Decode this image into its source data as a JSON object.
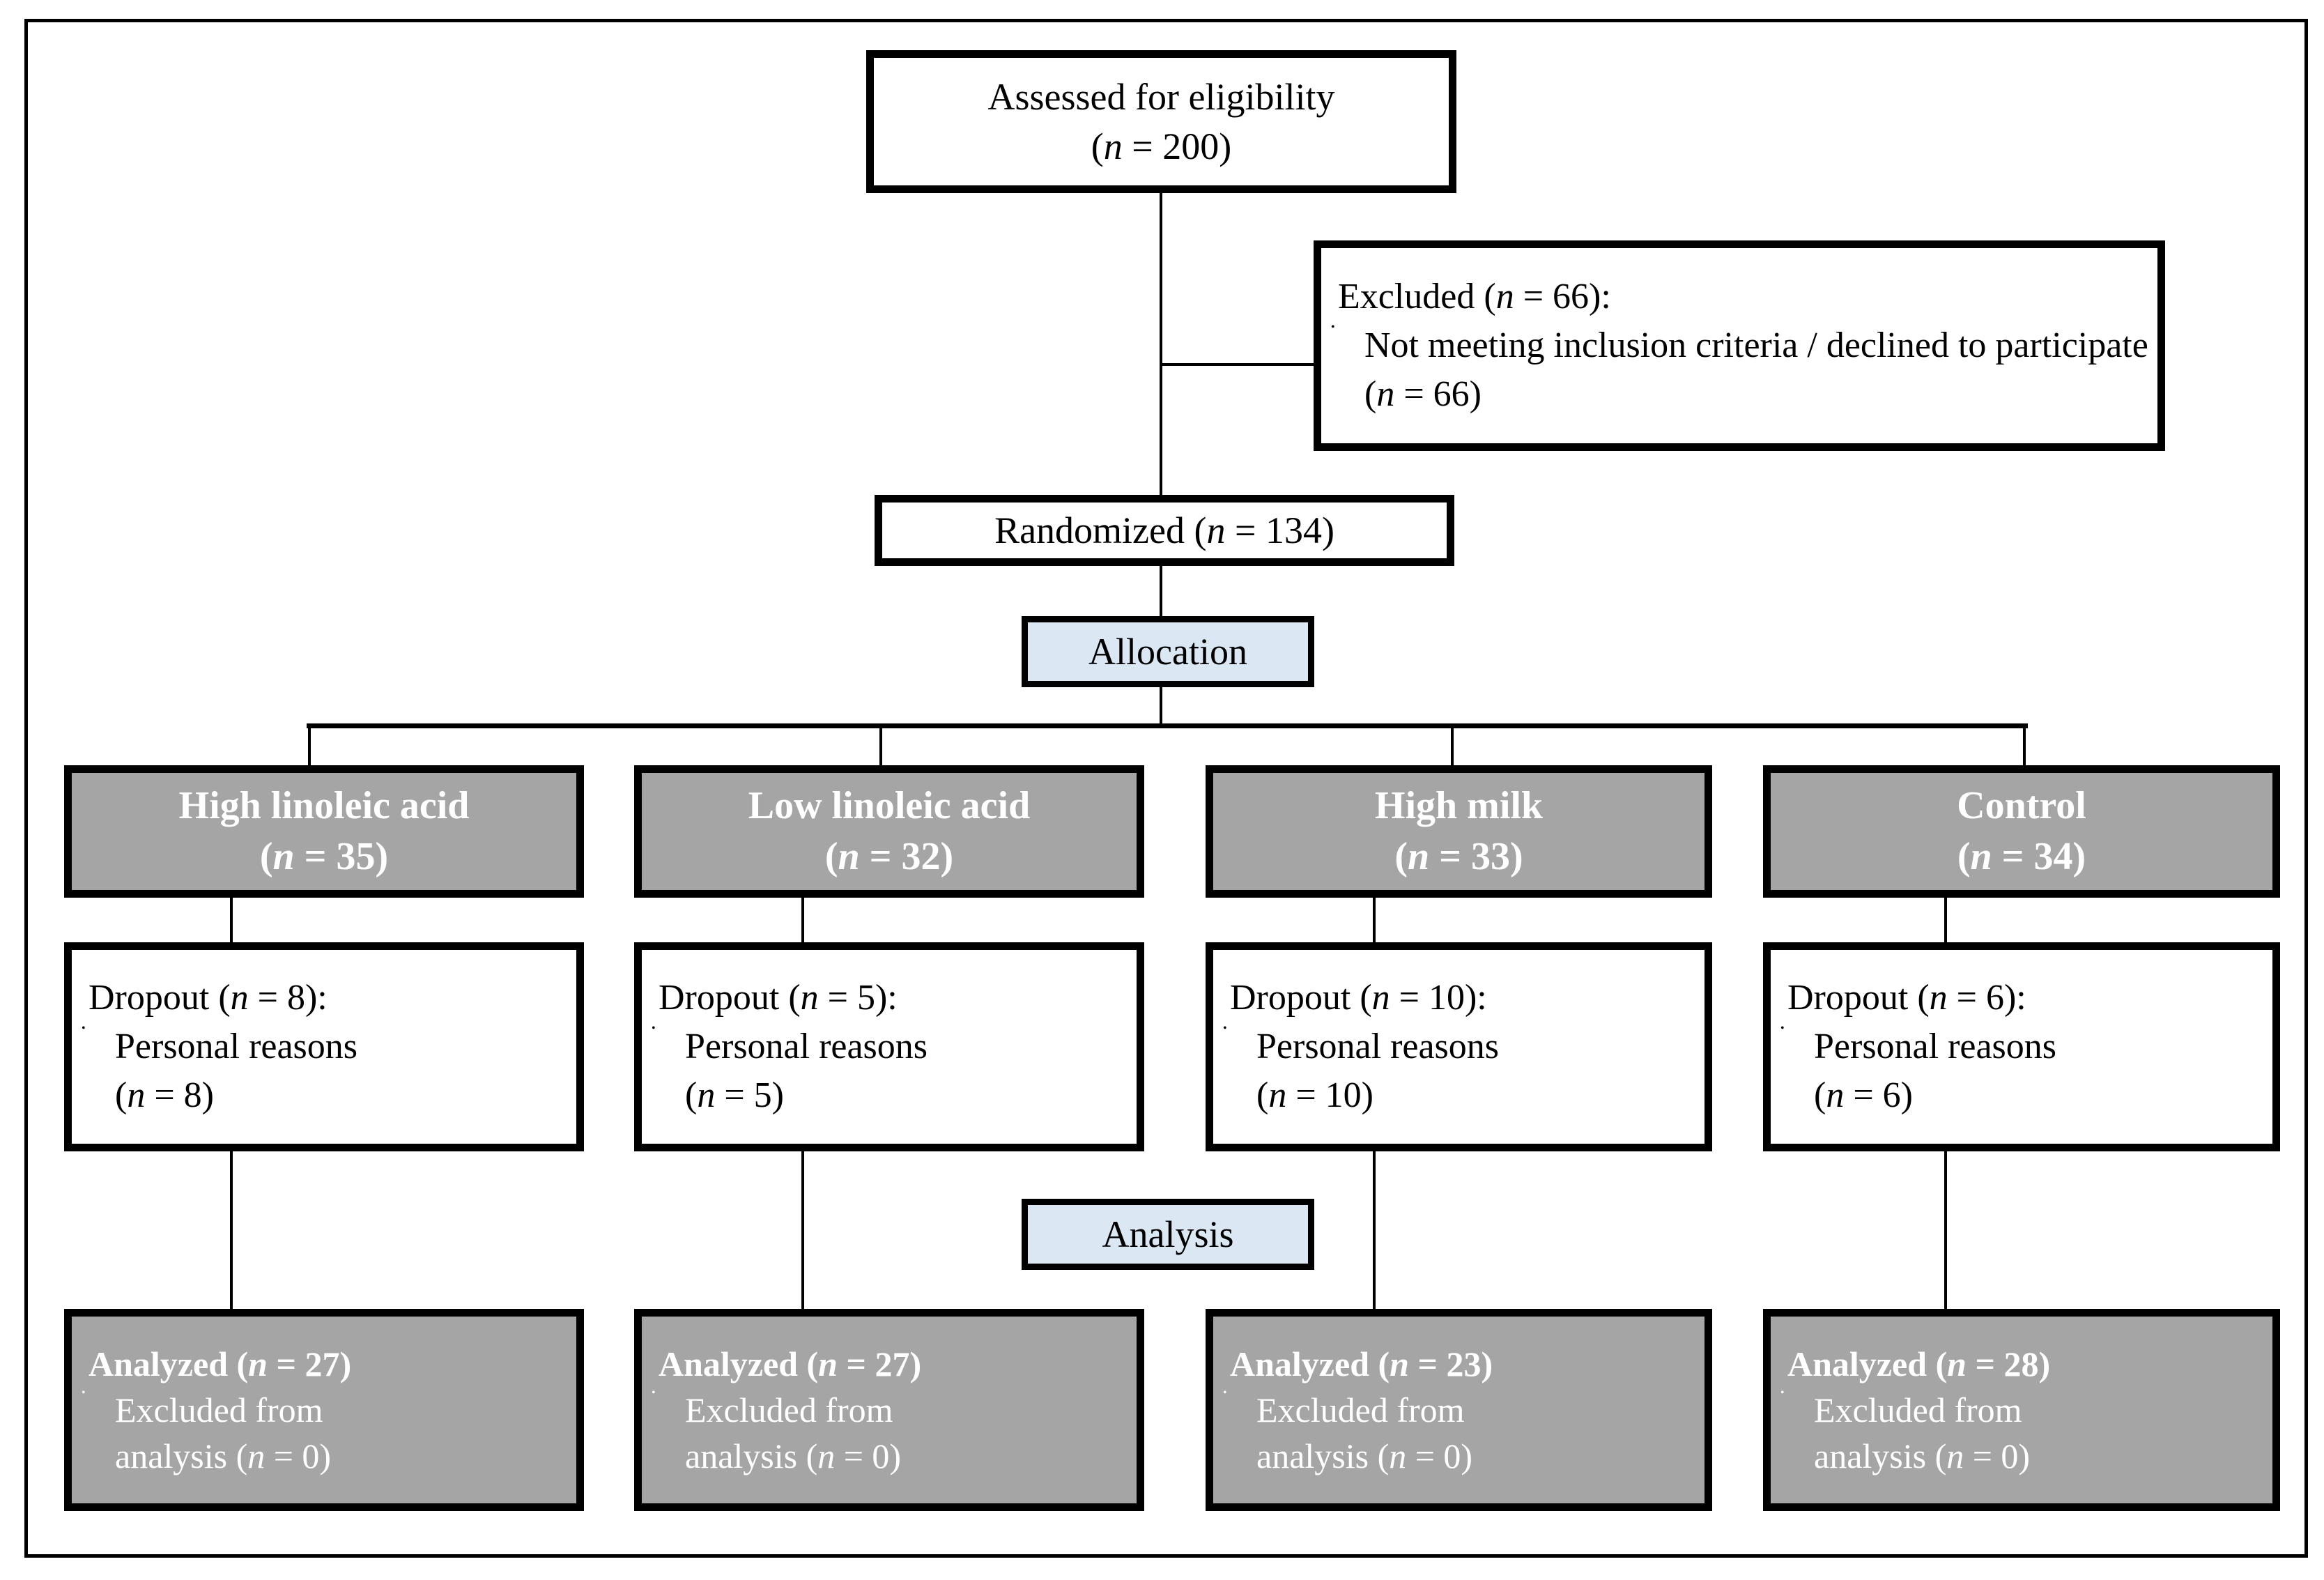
{
  "figure": {
    "type": "consort-flow-diagram",
    "title": "CONSORT participant flow diagram"
  },
  "colors": {
    "stage_label_fill": "#dbe8f4",
    "group_fill": "#a5a5a5",
    "group_text": "#ffffff",
    "box_border": "#000000",
    "background": "#ffffff"
  },
  "enrollment": {
    "assessed": {
      "line1": "Assessed for eligibility",
      "line2": "(n = 200)"
    },
    "excluded": {
      "heading": "Excluded (n = 66):",
      "bullets": [
        "Not meeting inclusion criteria / declined to participate (n = 66)"
      ],
      "bullet_glyph": "•"
    },
    "randomized": {
      "text": "Randomized (n = 134)"
    }
  },
  "stages": {
    "allocation_label": "Allocation",
    "analysis_label": "Analysis"
  },
  "arms": [
    {
      "name": "high-linoleic-acid",
      "header_line1": "High linoleic acid",
      "header_line2": "(n = 35)",
      "allocated_n": 35,
      "dropout_heading": "Dropout (n = 8):",
      "dropout_bullet_line1": "Personal reasons",
      "dropout_bullet_line2": "(n = 8)",
      "dropout_n": 8,
      "analyzed_heading": "Analyzed (n = 27)",
      "analyzed_bullet_line1": "Excluded from",
      "analyzed_bullet_line2": "analysis (n = 0)",
      "analyzed_n": 27,
      "excluded_from_analysis_n": 0
    },
    {
      "name": "low-linoleic-acid",
      "header_line1": "Low linoleic acid",
      "header_line2": "(n = 32)",
      "allocated_n": 32,
      "dropout_heading": "Dropout (n = 5):",
      "dropout_bullet_line1": "Personal reasons",
      "dropout_bullet_line2": "(n = 5)",
      "dropout_n": 5,
      "analyzed_heading": "Analyzed (n = 27)",
      "analyzed_bullet_line1": "Excluded from",
      "analyzed_bullet_line2": "analysis (n = 0)",
      "analyzed_n": 27,
      "excluded_from_analysis_n": 0
    },
    {
      "name": "high-milk",
      "header_line1": "High milk",
      "header_line2": "(n = 33)",
      "allocated_n": 33,
      "dropout_heading": "Dropout (n = 10):",
      "dropout_bullet_line1": "Personal reasons",
      "dropout_bullet_line2": "(n = 10)",
      "dropout_n": 10,
      "analyzed_heading": "Analyzed (n = 23)",
      "analyzed_bullet_line1": "Excluded from",
      "analyzed_bullet_line2": "analysis (n = 0)",
      "analyzed_n": 23,
      "excluded_from_analysis_n": 0
    },
    {
      "name": "control",
      "header_line1": "Control",
      "header_line2": "(n = 34)",
      "allocated_n": 34,
      "dropout_heading": "Dropout (n = 6):",
      "dropout_bullet_line1": "Personal reasons",
      "dropout_bullet_line2": "(n = 6)",
      "dropout_n": 6,
      "analyzed_heading": "Analyzed (n = 28)",
      "analyzed_bullet_line1": "Excluded from",
      "analyzed_bullet_line2": "analysis (n = 0)",
      "analyzed_n": 28,
      "excluded_from_analysis_n": 0
    }
  ],
  "bullet_glyph": "•"
}
